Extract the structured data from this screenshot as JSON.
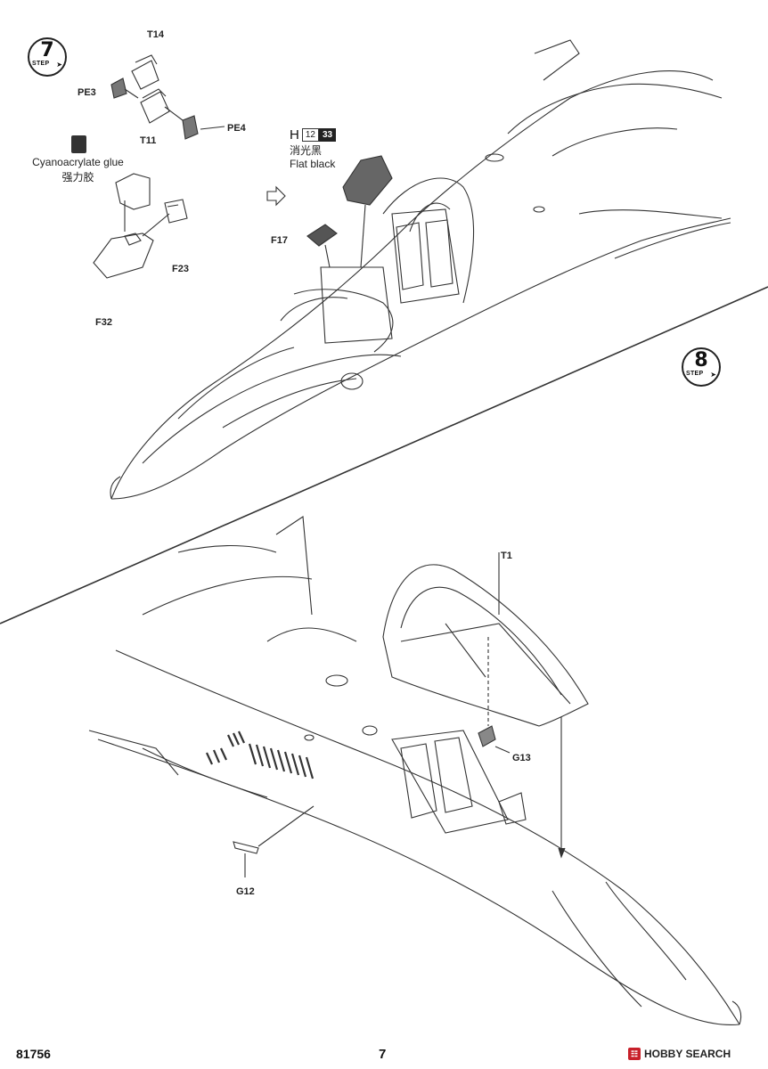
{
  "steps": [
    {
      "number": "7",
      "word": "STEP"
    },
    {
      "number": "8",
      "word": "STEP"
    }
  ],
  "parts": {
    "T14": "T14",
    "PE3": "PE3",
    "PE4": "PE4",
    "T11": "T11",
    "F17": "F17",
    "F23": "F23",
    "F32": "F32",
    "T1": "T1",
    "G13": "G13",
    "G12": "G12"
  },
  "glue": {
    "label_en": "Cyanoacrylate glue",
    "label_cn": "强力胶"
  },
  "paint": {
    "letter": "H",
    "code1": "12",
    "code2": "33",
    "name_cn": "消光黑",
    "name_en": "Flat black"
  },
  "footer": {
    "product_code": "81756",
    "page_number": "7",
    "watermark": "HOBBY SEARCH"
  }
}
